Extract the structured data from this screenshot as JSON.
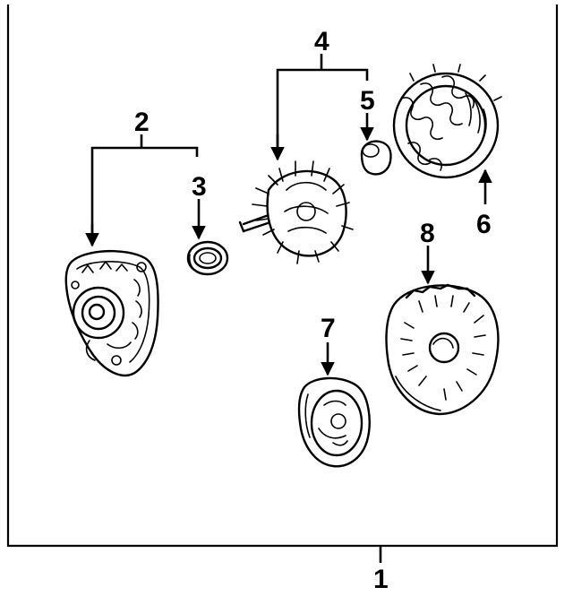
{
  "diagram": {
    "callouts": [
      {
        "id": "1",
        "label": "1",
        "part": "alternator-assembly"
      },
      {
        "id": "2",
        "label": "2",
        "part": "front-housing"
      },
      {
        "id": "3",
        "label": "3",
        "part": "front-bearing"
      },
      {
        "id": "4",
        "label": "4",
        "part": "rotor"
      },
      {
        "id": "5",
        "label": "5",
        "part": "rear-bearing"
      },
      {
        "id": "6",
        "label": "6",
        "part": "stator"
      },
      {
        "id": "7",
        "label": "7",
        "part": "pulley"
      },
      {
        "id": "8",
        "label": "8",
        "part": "rear-housing"
      }
    ]
  },
  "colors": {
    "ink": "#000000",
    "background": "#ffffff"
  }
}
